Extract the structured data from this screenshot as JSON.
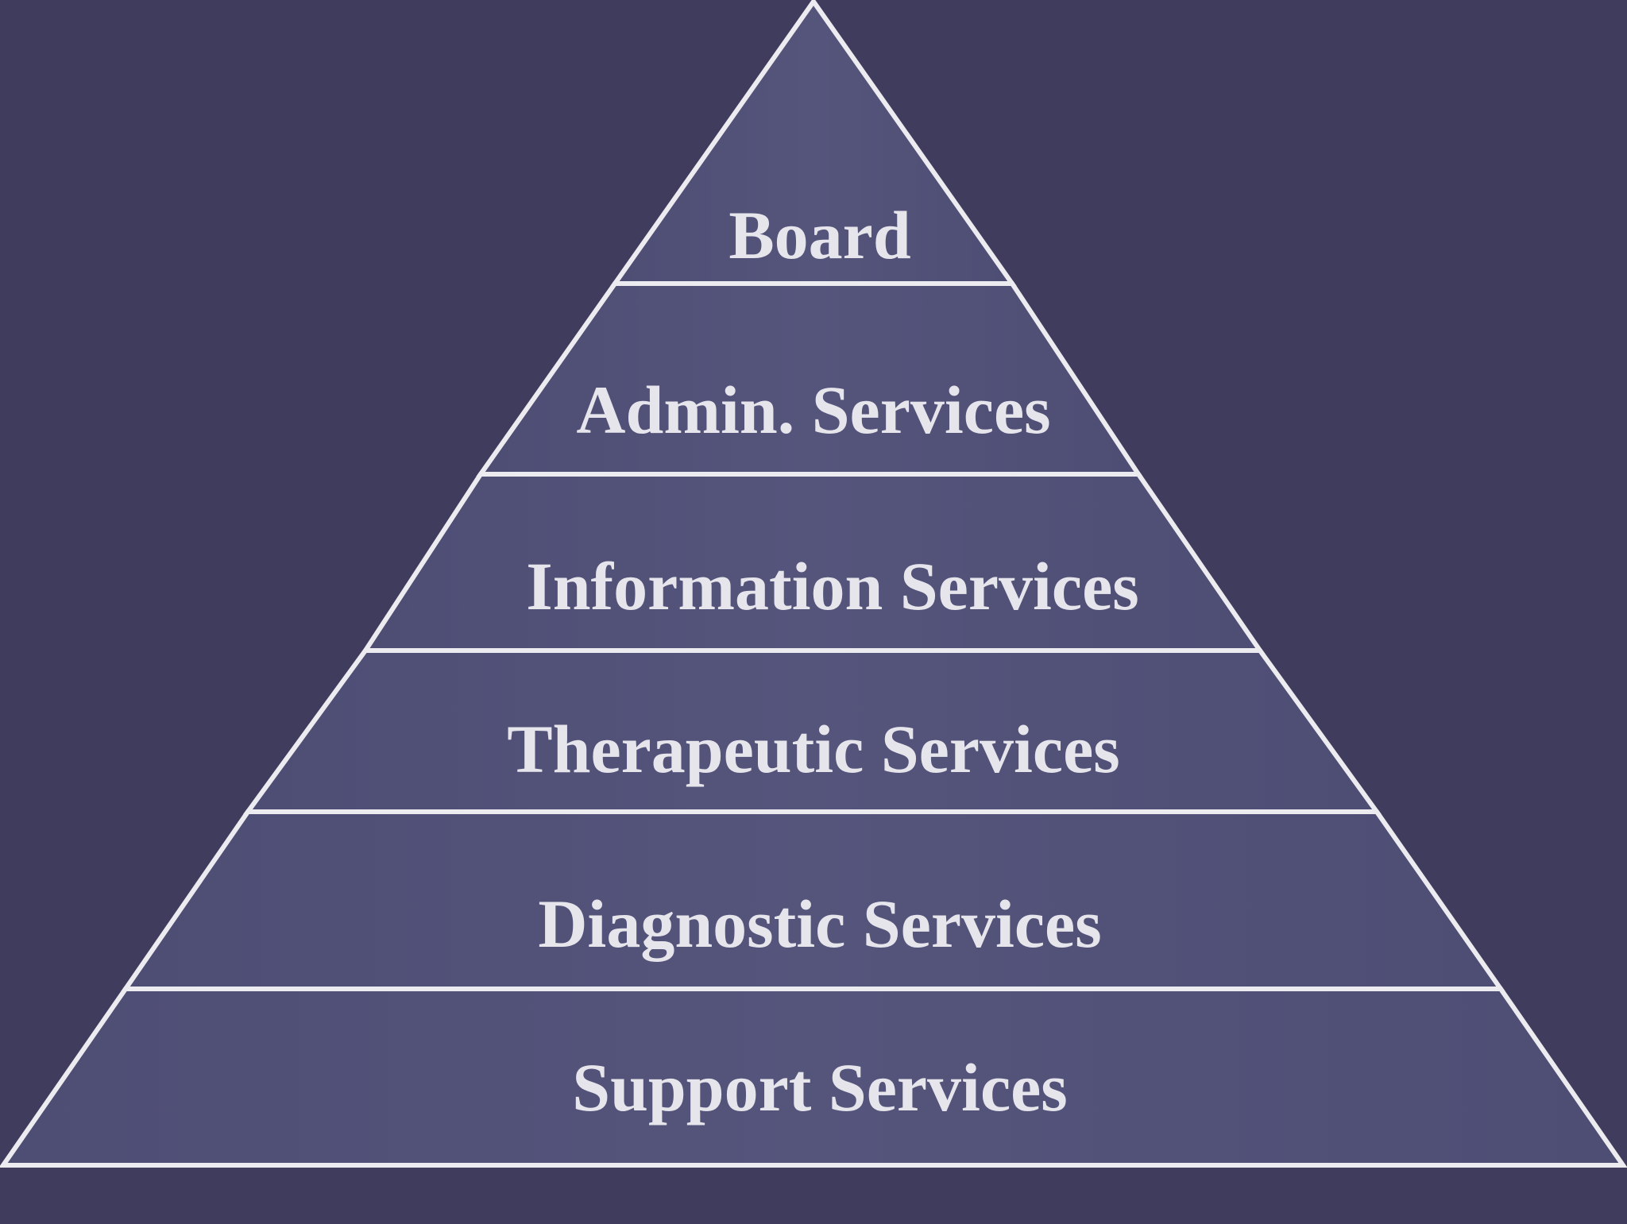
{
  "colors": {
    "background": "#403c5d",
    "tier_fill": "#53537a",
    "outline": "#ecebf0",
    "label": "#e6e5ec"
  },
  "pyramid": {
    "tiers": [
      {
        "label": "Board"
      },
      {
        "label": "Admin. Services"
      },
      {
        "label": "Information Services"
      },
      {
        "label": "Therapeutic Services"
      },
      {
        "label": "Diagnostic Services"
      },
      {
        "label": "Support Services"
      }
    ]
  }
}
